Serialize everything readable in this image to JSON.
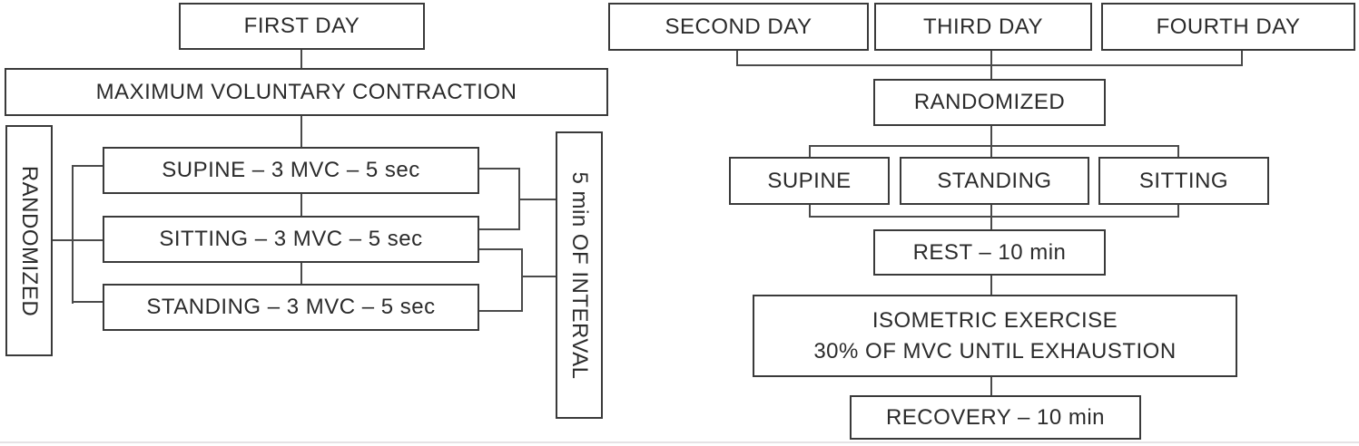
{
  "diagram_title": "Experimental protocol flowchart",
  "colors": {
    "border": "#3a3a3a",
    "line": "#4a4a4a",
    "text": "#2b2b2b",
    "background": "#ffffff"
  },
  "left": {
    "first_day": "FIRST DAY",
    "mvc": "MAXIMUM VOLUNTARY CONTRACTION",
    "randomized": "RANDOMIZED",
    "supine": "SUPINE – 3 MVC – 5 sec",
    "sitting": "SITTING – 3 MVC – 5 sec",
    "standing": "STANDING – 3 MVC – 5 sec",
    "interval": "5 min OF INTERVAL"
  },
  "right": {
    "second_day": "SECOND DAY",
    "third_day": "THIRD DAY",
    "fourth_day": "FOURTH DAY",
    "randomized": "RANDOMIZED",
    "supine": "SUPINE",
    "standing": "STANDING",
    "sitting": "SITTING",
    "rest": "REST – 10 min",
    "isometric_line1": "ISOMETRIC EXERCISE",
    "isometric_line2": "30% OF MVC UNTIL EXHAUSTION",
    "recovery": "RECOVERY – 10 min"
  }
}
